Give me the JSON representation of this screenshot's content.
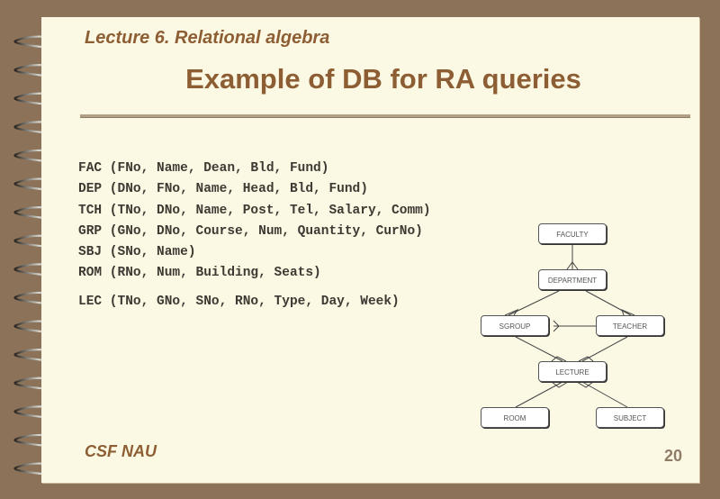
{
  "header": {
    "lecture": "Lecture 6. Relational algebra",
    "title": "Example of DB for RA queries"
  },
  "schemas": [
    "FAC (FNo, Name, Dean, Bld, Fund)",
    "DEP (DNo, FNo, Name, Head, Bld, Fund)",
    "TCH (TNo, DNo, Name, Post, Tel, Salary, Comm)",
    "GRP (GNo, DNo, Course, Num, Quantity, CurNo)",
    "SBJ (SNo, Name)",
    "ROM (RNo, Num, Building, Seats)",
    "LEC (TNo, GNo, SNo, RNo, Type, Day, Week)"
  ],
  "diagram": {
    "entities": {
      "faculty": "FACULTY",
      "department": "DEPARTMENT",
      "sgroup": "SGROUP",
      "teacher": "TEACHER",
      "lecture": "LECTURE",
      "room": "ROOM",
      "subject": "SUBJECT"
    },
    "relationships": [
      {
        "from": "FACULTY",
        "to": "DEPARTMENT",
        "many_end": "DEPARTMENT"
      },
      {
        "from": "DEPARTMENT",
        "to": "SGROUP",
        "many_end": "SGROUP"
      },
      {
        "from": "DEPARTMENT",
        "to": "TEACHER",
        "many_end": "TEACHER"
      },
      {
        "from": "TEACHER",
        "to": "SGROUP",
        "many_end": "SGROUP"
      },
      {
        "from": "SGROUP",
        "to": "LECTURE",
        "many_end": "LECTURE"
      },
      {
        "from": "TEACHER",
        "to": "LECTURE",
        "many_end": "LECTURE"
      },
      {
        "from": "ROOM",
        "to": "LECTURE",
        "many_end": "LECTURE"
      },
      {
        "from": "SUBJECT",
        "to": "LECTURE",
        "many_end": "LECTURE"
      }
    ]
  },
  "footer": {
    "org": "CSF NAU",
    "page_number": "20"
  },
  "colors": {
    "frame": "#8b7259",
    "page": "#fbf9e4",
    "accent_text": "#8d5e33"
  }
}
